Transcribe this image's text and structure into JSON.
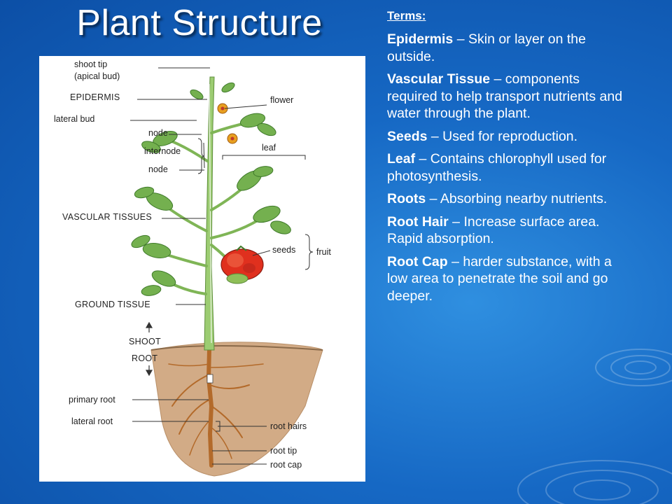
{
  "title": "Plant Structure",
  "terms": {
    "heading": "Terms:",
    "items": [
      {
        "term": "Epidermis",
        "definition": "Skin or layer on the outside."
      },
      {
        "term": "Vascular Tissue",
        "definition": "components required to help transport nutrients and water through the plant."
      },
      {
        "term": "Seeds",
        "definition": "Used for reproduction."
      },
      {
        "term": "Leaf",
        "definition": "Contains chlorophyll used for photosynthesis."
      },
      {
        "term": "Roots",
        "definition": "Absorbing nearby nutrients."
      },
      {
        "term": "Root Hair",
        "definition": "Increase surface area. Rapid absorption."
      },
      {
        "term": "Root Cap",
        "definition": "harder substance, with a low area to penetrate the soil and go deeper."
      }
    ]
  },
  "diagram": {
    "labels": {
      "shoot_tip": "shoot tip",
      "apical_bud": "(apical bud)",
      "epidermis": "EPIDERMIS",
      "lateral_bud": "lateral bud",
      "node_upper": "node",
      "internode": "internode",
      "node_lower": "node",
      "vascular_tissues": "VASCULAR TISSUES",
      "ground_tissue": "GROUND TISSUE",
      "shoot": "SHOOT",
      "root": "ROOT",
      "primary_root": "primary root",
      "lateral_root": "lateral root",
      "flower": "flower",
      "leaf": "leaf",
      "seeds": "seeds",
      "fruit": "fruit",
      "root_hairs": "root hairs",
      "root_tip": "root tip",
      "root_cap": "root cap"
    }
  },
  "colors": {
    "background": "#1668c4",
    "text": "#ffffff",
    "leaf": "#6aa84f",
    "stem": "#8fc46a",
    "fruit": "#e0301e",
    "soil": "#c8a27c"
  }
}
